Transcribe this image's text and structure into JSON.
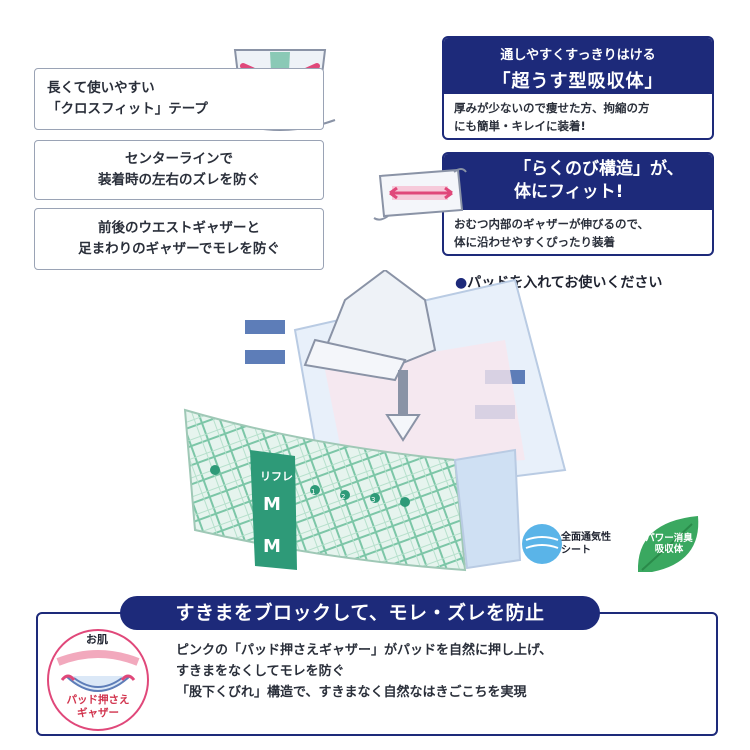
{
  "features_left": {
    "box1_line1": "長くて使いやすい",
    "box1_line2": "「クロスフィット」テープ",
    "box2_line1": "センターラインで",
    "box2_line2": "装着時の左右のズレを防ぐ",
    "box3_line1": "前後のウエストギャザーと",
    "box3_line2": "足まわりのギャザーでモレを防ぐ"
  },
  "thin_box": {
    "subtitle": "通しやすくすっきりはける",
    "title": "「超うす型吸収体」",
    "desc_line1": "厚みが少ないので痩せた方、拘縮の方",
    "desc_line2": "にも簡単・キレイに装着!"
  },
  "stretch_box": {
    "title_line1": "「らくのび構造」が、",
    "title_line2": "体にフィット!",
    "desc_line1": "おむつ内部のギャザーが伸びるので、",
    "desc_line2": "体に沿わせやすくぴったり装着"
  },
  "pad_note": {
    "bullet": "●",
    "text": "パッドを入れてお使いください"
  },
  "diaper": {
    "brand_mark": "リフレ",
    "size": "M",
    "numbers": [
      "1",
      "2",
      "3"
    ]
  },
  "badges": {
    "breathable_line1": "全面通気性",
    "breathable_line2": "シート",
    "deodor_line1": "パワー消臭",
    "deodor_line2": "吸収体"
  },
  "bottom": {
    "heading": "すきまをブロックして、モレ・ズレを防止",
    "line1": "ピンクの「パッド押さえギャザー」がパッドを自然に押し上げ、",
    "line2": "すきまをなくしてモレを防ぐ",
    "line3": "「股下くびれ」構造で、すきまなく自然なはきごこちを実現",
    "skin_label": "お肌",
    "gather_line1": "パッド押さえ",
    "gather_line2": "ギャザー"
  },
  "colors": {
    "navy": "#1d2a7a",
    "green": "#2e9a78",
    "pink": "#e0487a",
    "light_blue": "#dbe8f7"
  }
}
